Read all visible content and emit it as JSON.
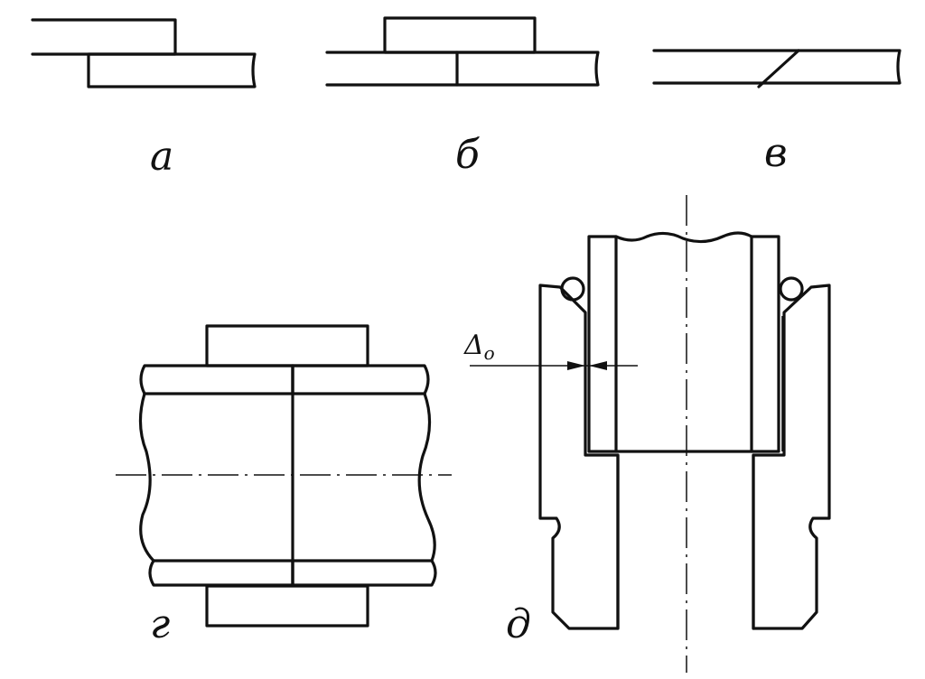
{
  "labels": {
    "a": "а",
    "b": "б",
    "v": "в",
    "g": "г",
    "d": "д"
  },
  "dimension": {
    "symbol": "Δ",
    "subscript": "о"
  },
  "colors": {
    "ink": "#111111",
    "paper": "#ffffff"
  }
}
